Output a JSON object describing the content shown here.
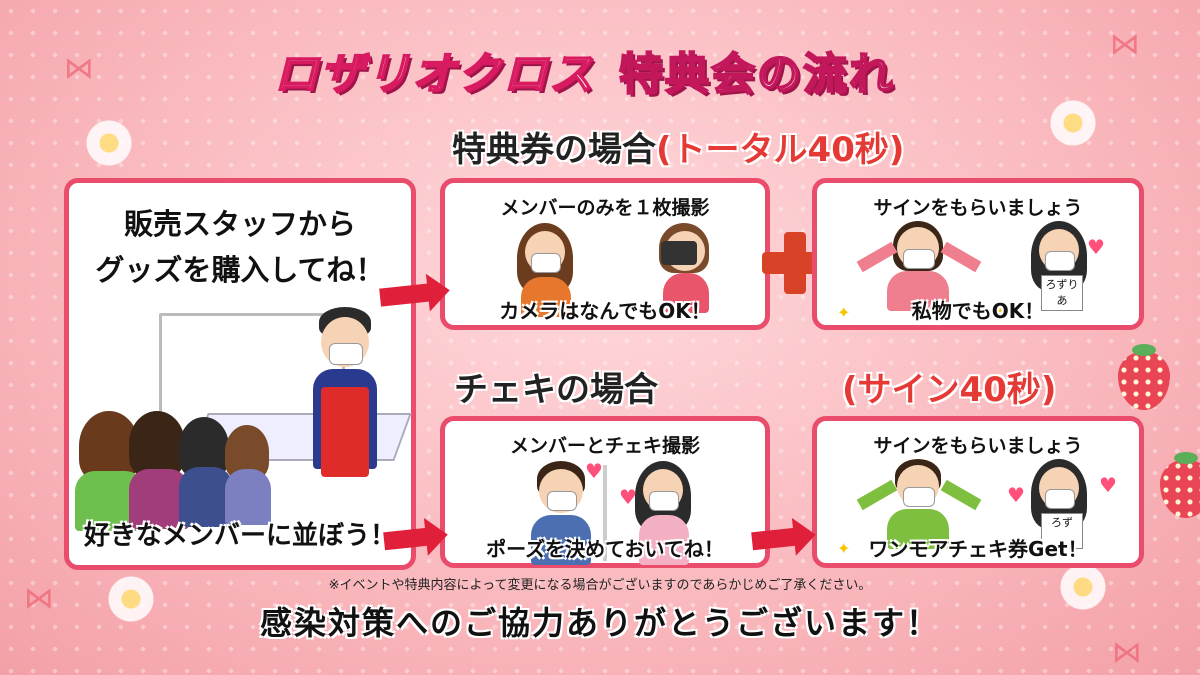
{
  "title": {
    "group": "ロザリオクロス",
    "rest": "特典会の流れ"
  },
  "sections": {
    "ticket_heading": "特典券の場合",
    "ticket_time": "(トータル40秒)",
    "cheki_heading": "チェキの場合",
    "cheki_time": "(サイン40秒)"
  },
  "left_card": {
    "line1": "販売スタッフから",
    "line2": "グッズを購入してね！",
    "bottom": "好きなメンバーに並ぼう！"
  },
  "cards": {
    "photo": {
      "title": "メンバーのみを１枚撮影",
      "caption": "カメラはなんでもOK！"
    },
    "sign1": {
      "title": "サインをもらいましょう",
      "caption": "私物でもOK！",
      "board": "ろずりあ"
    },
    "cheki": {
      "title": "メンバーとチェキ撮影",
      "caption": "ポーズを決めておいてね！"
    },
    "sign2": {
      "title": "サインをもらいましょう",
      "caption": "ワンモアチェキ券Get！",
      "board": "ろず"
    }
  },
  "note": "※イベントや特典内容によって変更になる場合がございますのであらかじめご了承ください。",
  "footer": "感染対策へのご協力ありがとうございます！",
  "colors": {
    "accent": "#e94d6b",
    "time_red": "#e53935",
    "arrow": "#e0203a",
    "plus": "#d84327"
  },
  "icons": [
    "flower-icon",
    "ribbon-icon",
    "strawberry-icon",
    "heart-icon",
    "sparkle-icon",
    "plus-icon",
    "arrow-icon"
  ]
}
